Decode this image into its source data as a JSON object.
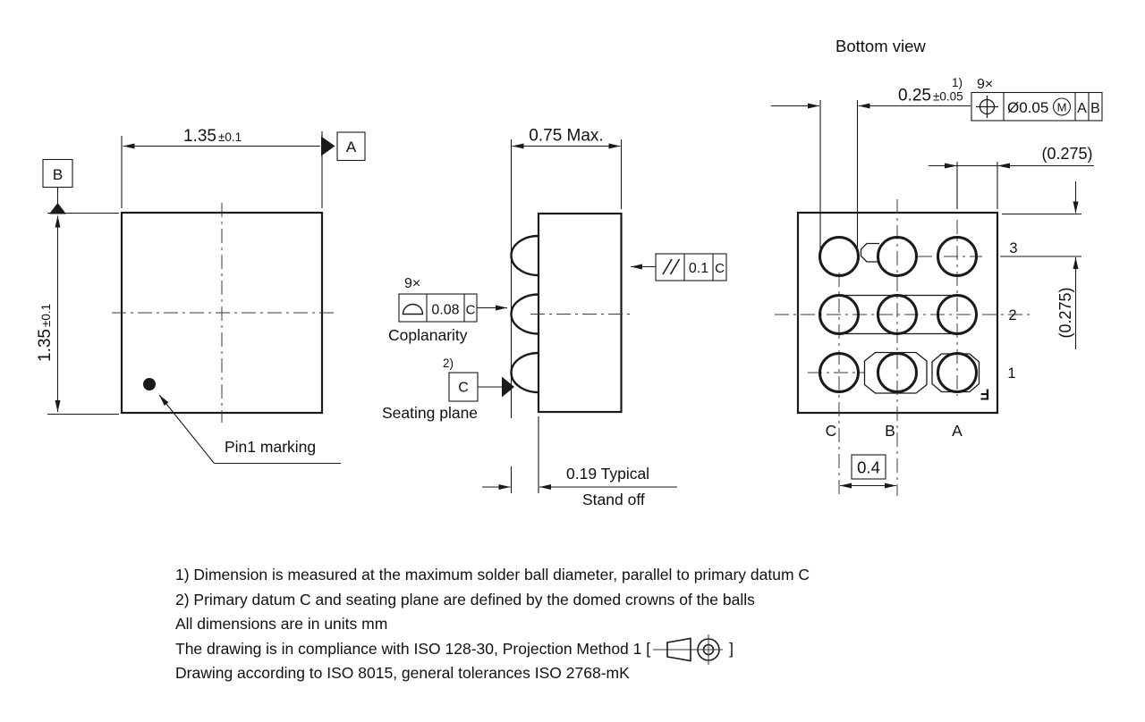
{
  "drawing": {
    "top_view": {
      "dim_width_main": "1.35",
      "dim_width_tol": "±0.1",
      "dim_height_main": "1.35",
      "dim_height_tol": "±0.1",
      "datum_a": "A",
      "datum_b": "B",
      "pin1_label": "Pin1 marking"
    },
    "side_view": {
      "dim_height": "0.75 Max.",
      "coplanarity_count": "9×",
      "coplanarity_tol": "0.08",
      "coplanarity_datum": "C",
      "coplanarity_label": "Coplanarity",
      "seating_note_ref": "2)",
      "seating_datum": "C",
      "seating_label": "Seating plane",
      "parallelism_tol": "0.1",
      "parallelism_datum": "C",
      "standoff_value": "0.19 Typical",
      "standoff_label": "Stand off"
    },
    "bottom_view": {
      "title": "Bottom view",
      "ball_note_ref": "1)",
      "ball_count": "9×",
      "ball_dia_main": "0.25",
      "ball_dia_tol": "±0.05",
      "position_tol": "Ø0.05",
      "position_modifier": "M",
      "position_datum_1": "A",
      "position_datum_2": "B",
      "edge_dim_h": "(0.275)",
      "edge_dim_v": "(0.275)",
      "row_labels": [
        "3",
        "2",
        "1"
      ],
      "col_labels": [
        "C",
        "B",
        "A"
      ],
      "pitch": "0.4",
      "corner_mark": "F"
    },
    "notes": {
      "line1": "1) Dimension is measured at the maximum solder ball diameter, parallel to primary datum C",
      "line2": "2) Primary datum C and seating plane are defined by the domed crowns of the balls",
      "line3": "All dimensions are in units mm",
      "line4_pre": "The drawing is in compliance with ISO 128-30, Projection Method 1 [",
      "line4_post": "]",
      "line5": "Drawing according to ISO 8015, general tolerances ISO 2768-mK"
    },
    "colors": {
      "line": "#1a1a1a",
      "background": "#ffffff"
    }
  }
}
